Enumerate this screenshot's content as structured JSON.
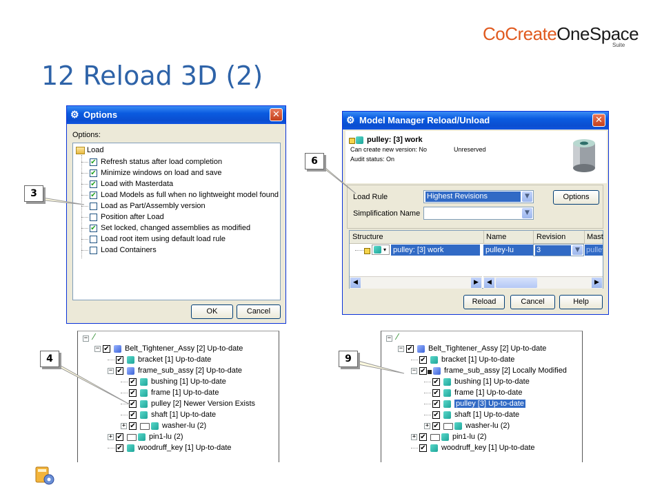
{
  "brand": {
    "name_part1": "CoCreate",
    "name_part2": "OneSpace",
    "sub": "Suite"
  },
  "slide_title": "12 Reload 3D (2)",
  "options_dialog": {
    "title": "Options",
    "options_label": "Options:",
    "root_item": "Load",
    "items": [
      {
        "label": "Refresh status after load completion",
        "checked": true
      },
      {
        "label": "Minimize windows on load and save",
        "checked": true
      },
      {
        "label": "Load with Masterdata",
        "checked": true
      },
      {
        "label": "Load Models as full when no lightweight model found",
        "checked": true
      },
      {
        "label": "Load as Part/Assembly version",
        "checked": false
      },
      {
        "label": "Position after Load",
        "checked": false
      },
      {
        "label": "Set locked, changed assemblies as modified",
        "checked": true
      },
      {
        "label": "Load root item using default load rule",
        "checked": false
      },
      {
        "label": "Load Containers",
        "checked": false
      }
    ],
    "ok_label": "OK",
    "cancel_label": "Cancel"
  },
  "reload_dialog": {
    "title": "Model Manager Reload/Unload",
    "item_title": "pulley: [3] work",
    "can_create_label": "Can create new version: No",
    "reservation": "Unreserved",
    "audit_status": "Audit status: On",
    "load_rule_label": "Load Rule",
    "load_rule_value": "Highest Revisions",
    "simplification_label": "Simplification Name",
    "simplification_value": "",
    "options_button": "Options",
    "table_headers": [
      "Structure",
      "Name",
      "Revision",
      "Mast"
    ],
    "row": {
      "structure": "pulley: [3] work",
      "name": "pulley-lu",
      "revision": "3",
      "master": "pulley"
    },
    "reload_button": "Reload",
    "cancel_button": "Cancel",
    "help_button": "Help"
  },
  "tree_before": {
    "items": [
      {
        "label": "Belt_Tightener_Assy [2] Up-to-date"
      },
      {
        "label": "bracket [1] Up-to-date"
      },
      {
        "label": "frame_sub_assy [2] Up-to-date"
      },
      {
        "label": "bushing [1] Up-to-date"
      },
      {
        "label": "frame [1] Up-to-date"
      },
      {
        "label": "pulley [2] Newer Version Exists"
      },
      {
        "label": "shaft [1] Up-to-date"
      },
      {
        "label": "washer-lu (2)"
      },
      {
        "label": "pin1-lu (2)"
      },
      {
        "label": "woodruff_key [1] Up-to-date"
      }
    ]
  },
  "tree_after": {
    "items": [
      {
        "label": "Belt_Tightener_Assy [2] Up-to-date"
      },
      {
        "label": "bracket [1] Up-to-date"
      },
      {
        "label": "frame_sub_assy [2] Locally Modified"
      },
      {
        "label": "bushing [1] Up-to-date"
      },
      {
        "label": "frame [1] Up-to-date"
      },
      {
        "label": "pulley [3] Up-to-date"
      },
      {
        "label": "shaft [1] Up-to-date"
      },
      {
        "label": "washer-lu (2)"
      },
      {
        "label": "pin1-lu (2)"
      },
      {
        "label": "woodruff_key [1] Up-to-date"
      }
    ]
  },
  "callouts": {
    "c3": "3",
    "c4": "4",
    "c6": "6",
    "c9": "9"
  },
  "colors": {
    "title": "#2e63a8",
    "brand_accent": "#e05a1f",
    "xp_title": "#0a5be0",
    "selection": "#316ac5"
  },
  "icons": [
    "gear-icon",
    "close-icon",
    "checkbox-icon",
    "lock-icon",
    "part-cube-icon",
    "assembly-icon",
    "folder-icon",
    "part-preview-icon",
    "slide-logo-icon"
  ]
}
